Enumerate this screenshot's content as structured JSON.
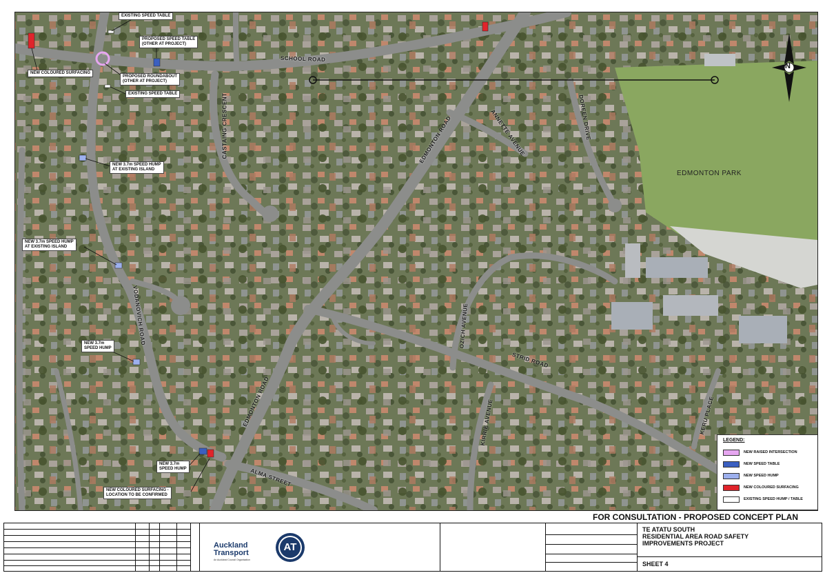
{
  "map": {
    "roads": {
      "school_road": "SCHOOL ROAD",
      "edmonton_road_upper": "EDMONTON ROAD",
      "edmonton_road_lower": "EDMONTON ROAD",
      "castaing_crescent": "CASTAING CRESCENT",
      "annette_avenue": "ANNETTE AVENUE",
      "doreen_drive": "DOREEN DRIVE",
      "vodanovich_road": "VODANOVICH ROAD",
      "strid_road": "STRID ROAD",
      "ozich_avenue": "OZICH AVENUE",
      "kirrie_avenue": "KIRRIE AVENUE",
      "keru_place": "KERU PLACE",
      "alma_street": "ALMA STREET"
    },
    "park_label": "EDMONTON PARK",
    "north_label": "N",
    "callouts": {
      "existing_table_top": "EXISTING SPEED TABLE",
      "proposed_table": "PROPOSED SPEED TABLE\n(OTHER AT PROJECT)",
      "coloured_surfacing_top": "NEW COLOURED SURFACING",
      "proposed_roundabout": "PROPOSED ROUNDABOUT\n(OTHER AT PROJECT)",
      "existing_table_mid": "EXISTING SPEED TABLE",
      "hump_island_1": "NEW 3.7m SPEED HUMP\nAT EXISTING ISLAND",
      "hump_island_2": "NEW 3.7m SPEED HUMP\nAT EXISTING ISLAND",
      "hump_3": "NEW 3.7m\nSPEED HUMP",
      "hump_4": "NEW 3.7m\nSPEED HUMP",
      "coloured_surfacing_bottom": "NEW COLOURED SURFACING -\nLOCATION TO BE CONFIRMED"
    },
    "legend": {
      "title": "LEGEND:",
      "items": [
        {
          "label": "NEW RAISED INTERSECTION",
          "color": "#e6a6f0"
        },
        {
          "label": "NEW SPEED TABLE",
          "color": "#3b5fc0"
        },
        {
          "label": "NEW SPEED HUMP",
          "color": "#9db0ee"
        },
        {
          "label": "NEW COLOURED SURFACING",
          "color": "#e0242b"
        },
        {
          "label": "EXISTING SPEED HUMP / TABLE",
          "color": "#ffffff"
        }
      ]
    }
  },
  "banner": "FOR CONSULTATION - PROPOSED CONCEPT PLAN",
  "title_block": {
    "logo_name_line1": "Auckland",
    "logo_name_line2": "Transport",
    "logo_tagline": "An Auckland Council Organisation",
    "roundel_text": "AT",
    "project_line1": "TE ATATU SOUTH",
    "project_line2": "RESIDENTIAL AREA ROAD SAFETY",
    "project_line3": "IMPROVEMENTS PROJECT",
    "sheet": "SHEET 4"
  }
}
